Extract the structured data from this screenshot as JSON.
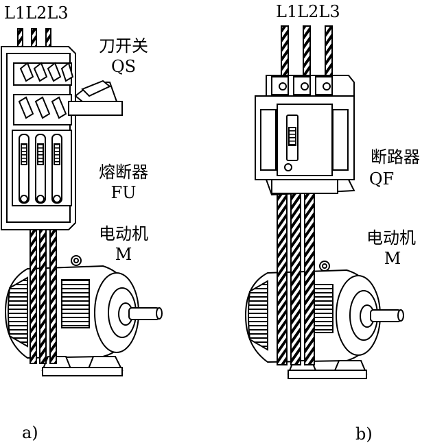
{
  "panel_a": {
    "phases": "L1L2L3",
    "switch_label": "刀开关",
    "switch_code": "QS",
    "fuse_label": "熔断器",
    "fuse_code": "FU",
    "motor_label": "电动机",
    "motor_code": "M",
    "caption": "a)"
  },
  "panel_b": {
    "phases": "L1L2L3",
    "breaker_label": "断路器",
    "breaker_code": "QF",
    "motor_label": "电动机",
    "motor_code": "M",
    "caption": "b)"
  }
}
